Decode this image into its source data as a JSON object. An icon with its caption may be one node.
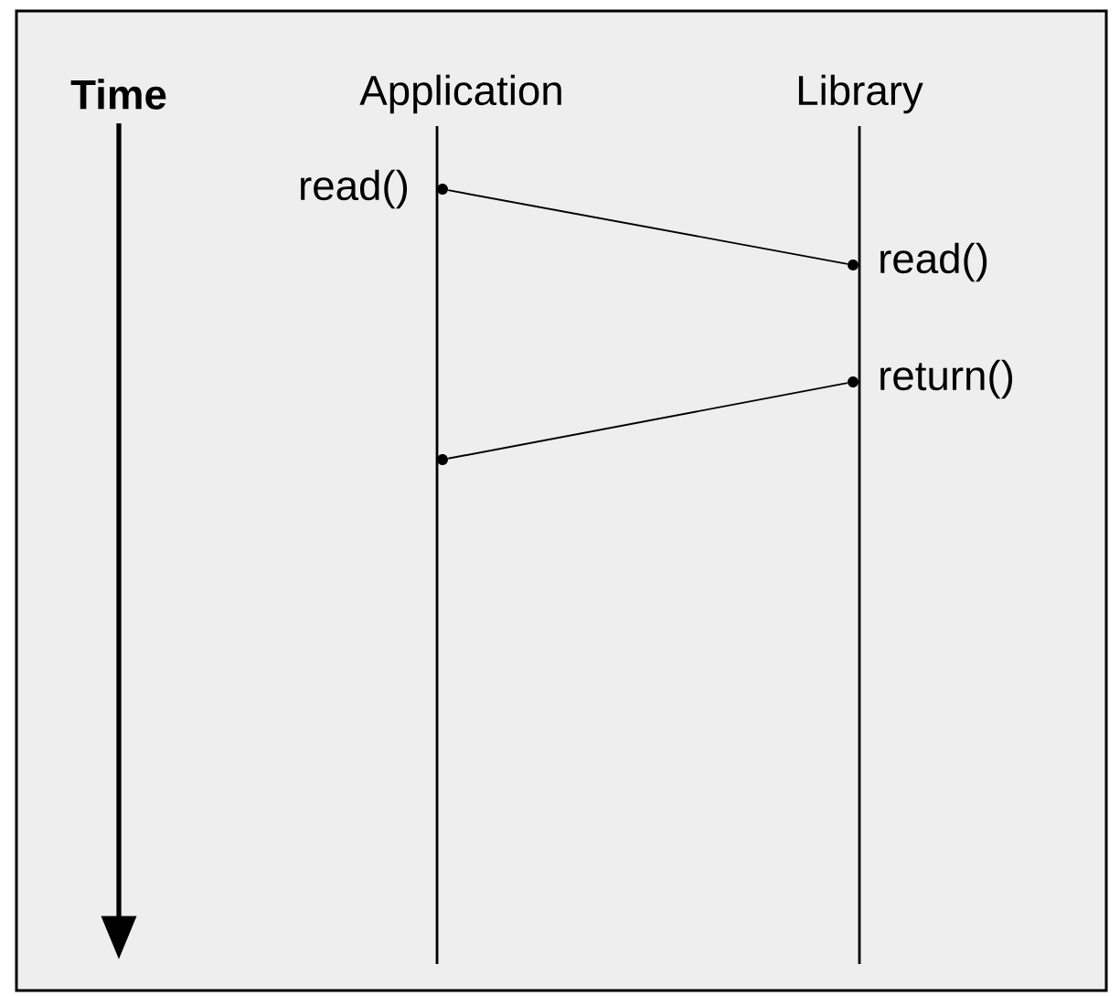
{
  "diagram": {
    "nodes": [
      {
        "text": [
          "Application"
        ]
      },
      {
        "text": [
          "Library"
        ]
      },
      {
        "text": [],
        "shape": "circle",
        "beside": [
          "read()"
        ]
      },
      {
        "text": [],
        "shape": "circle",
        "beside": [
          "read()"
        ]
      },
      {
        "text": [],
        "shape": "circle",
        "beside": [
          "return()"
        ]
      },
      {
        "text": [],
        "shape": "circle"
      }
    ],
    "edges": [
      {
        "from": 2,
        "to": 3,
        "arrow": "none"
      },
      {
        "from": 4,
        "to": 5,
        "arrow": "none"
      }
    ],
    "labels": [
      "Time"
    ]
  }
}
